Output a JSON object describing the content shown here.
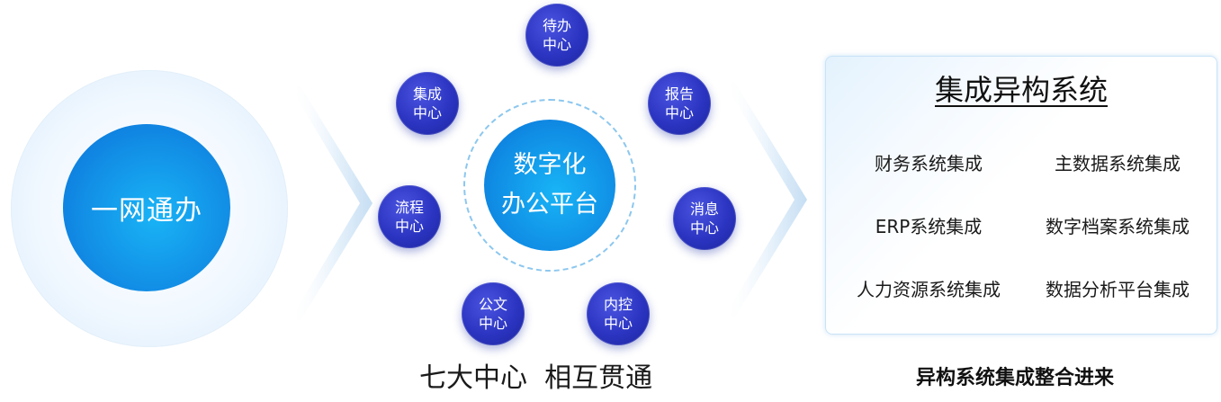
{
  "left": {
    "core_label": "一网通办"
  },
  "center": {
    "hub_line1": "数字化",
    "hub_line2": "办公平台",
    "nodes": [
      {
        "line1": "待办",
        "line2": "中心"
      },
      {
        "line1": "报告",
        "line2": "中心"
      },
      {
        "line1": "消息",
        "line2": "中心"
      },
      {
        "line1": "内控",
        "line2": "中心"
      },
      {
        "line1": "公文",
        "line2": "中心"
      },
      {
        "line1": "流程",
        "line2": "中心"
      },
      {
        "line1": "集成",
        "line2": "中心"
      }
    ],
    "caption": "七大中心  相互贯通"
  },
  "right": {
    "title": "集成异构系统",
    "items": [
      "财务系统集成",
      "主数据系统集成",
      "ERP系统集成",
      "数字档案系统集成",
      "人力资源系统集成",
      "数据分析平台集成"
    ],
    "caption": "异构系统集成整合进来"
  },
  "colors": {
    "core_blue": "#128fe6",
    "node_indigo": "#2a34c0",
    "dash_ring": "#8cc7ef",
    "arrow_tint": "#d8eaf8"
  }
}
